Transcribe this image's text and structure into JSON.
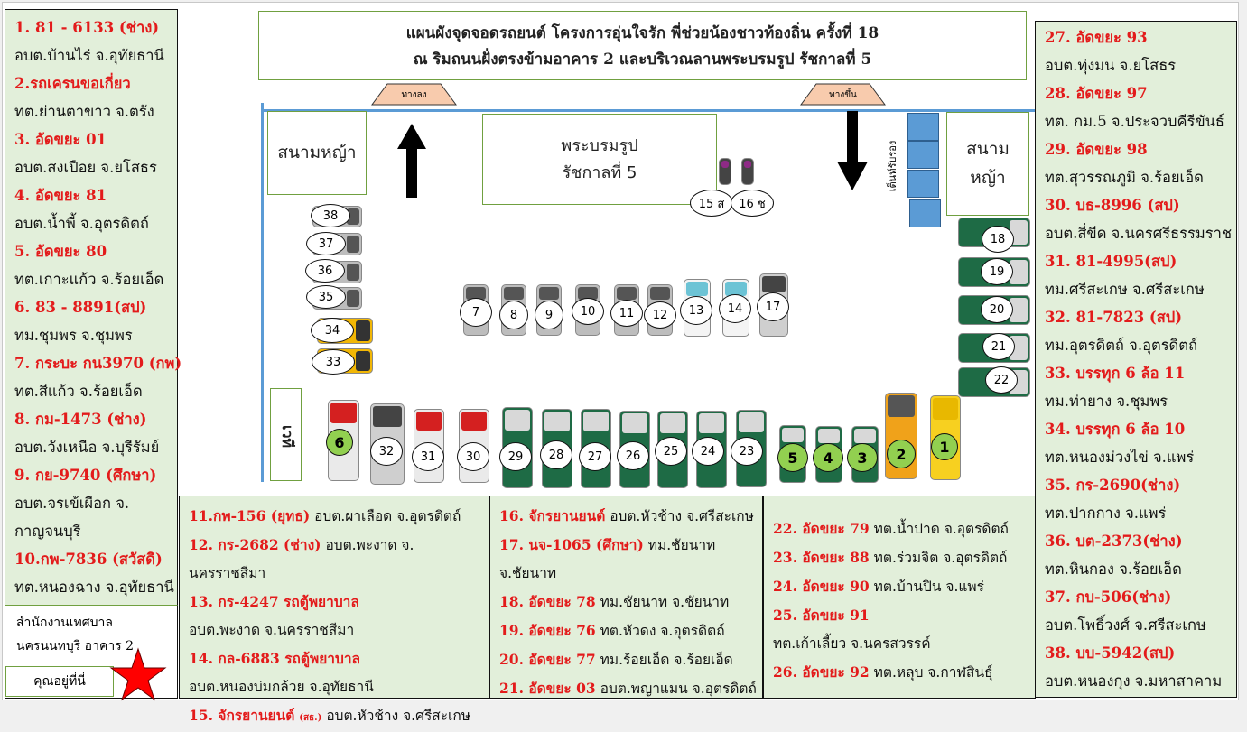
{
  "title": {
    "line1": "แผนผังจุดจอดรถยนต์ โครงการอุ่นใจรัก พี่ช่วยน้องชาวท้องถิ่น ครั้งที่ 18",
    "line2": "ณ ริมถนนฝั่งตรงข้ามอาคาร 2 และบริเวณลานพระบรมรูป รัชกาลที่ 5"
  },
  "map": {
    "ramp_down": "ทางลง",
    "ramp_up": "ทางขึ้น",
    "lawn_left": "สนามหญ้า",
    "lawn_right_1": "สนาม",
    "lawn_right_2": "หญ้า",
    "statue_1": "พระบรมรูป",
    "statue_2": "รัชกาลที่ 5",
    "tent": "เต็นท์รับรอง",
    "stage": "เวที"
  },
  "you_are_here": {
    "building_1": "สำนักงานเทศบาล",
    "building_2": "นครนนทบุรี อาคาร 2",
    "label": "คุณอยู่ที่นี่"
  },
  "colors": {
    "label_red": "#e31b1b",
    "panel_bg": "#e2efda",
    "highlight_green": "#92d050",
    "tent_blue": "#5b9bd5"
  },
  "left_panel": [
    {
      "label": "1. 81 - 6133 (ช่าง)",
      "org": "อบต.บ้านไร่ จ.อุทัยธานี"
    },
    {
      "label": "2.รถเครนขอเกี่ยว",
      "org": "ทต.ย่านตาขาว จ.ตรัง"
    },
    {
      "label": "3. อัดขยะ 01",
      "org": "อบต.สงเปือย  จ.ยโสธร"
    },
    {
      "label": "4. อัดขยะ 81",
      "org": "อบต.น้ำพี้ จ.อุตรดิตถ์"
    },
    {
      "label": "5. อัดขยะ 80",
      "org": "ทต.เกาะแก้ว จ.ร้อยเอ็ด"
    },
    {
      "label": "6. 83 - 8891(สป)",
      "org": "ทม.ชุมพร จ.ชุมพร"
    },
    {
      "label": "7. กระบะ กน3970 (กพ)",
      "org": "ทต.สีแก้ว  จ.ร้อยเอ็ด"
    },
    {
      "label": "8. กม-1473 (ช่าง)",
      "org": "อบต.วังเหนือ จ.บุรีรัมย์",
      "inline": true
    },
    {
      "label": "9. กย-9740 (ศึกษา)",
      "org": "อบต.จรเข้เผือก จ. กาญจนบุรี"
    },
    {
      "label": "10.กพ-7836 (สวัสดิ)",
      "org": "ทต.หนองฉาง จ.อุทัยธานี"
    }
  ],
  "bottom_panel_1": [
    {
      "label": "11.กพ-156 (ยุทธ)",
      "org": "อบต.ผาเลือด จ.อุตรดิตถ์",
      "inline": true
    },
    {
      "label": "12. กร-2682 (ช่าง)",
      "org": "อบต.พะงาด จ. นครราชสีมา",
      "inline": true
    },
    {
      "label": "13. กร-4247 รถตู้พยาบาล",
      "org": "อบต.พะงาด จ.นครราชสีมา"
    },
    {
      "label": "14. กล-6883 รถตู้พยาบาล",
      "org": "อบต.หนองบ่มกล้วย จ.อุทัยธานี"
    },
    {
      "label": "15. จักรยานยนต์",
      "tag": "(สธ.)",
      "org": "อบต.หัวช้าง จ.ศรีสะเกษ",
      "inline": true
    }
  ],
  "bottom_panel_2": [
    {
      "label": "16. จักรยานยนต์",
      "org": "อบต.หัวช้าง จ.ศรีสะเกษ",
      "inline": true
    },
    {
      "label": "17. นจ-1065 (ศึกษา)",
      "org": "ทม.ชัยนาท จ.ชัยนาท",
      "inline": true
    },
    {
      "label": "18. อัดขยะ 78",
      "org": "ทม.ชัยนาท จ.ชัยนาท",
      "inline": true
    },
    {
      "label": "19. อัดขยะ 76",
      "org": "ทต.หัวดง  จ.อุตรดิตถ์",
      "inline": true
    },
    {
      "label": "20. อัดขยะ 77",
      "org": "ทม.ร้อยเอ็ด จ.ร้อยเอ็ด",
      "inline": true
    },
    {
      "label": "21. อัดขยะ 03",
      "org": "อบต.พญาแมน จ.อุตรดิตถ์",
      "inline": true
    }
  ],
  "bottom_panel_3": [
    {
      "label": "22. อัดขยะ 79",
      "org": "ทต.น้ำปาด จ.อุตรดิตถ์",
      "inline": true
    },
    {
      "label": "23. อัดขยะ 88",
      "org": "ทต.ร่วมจิต จ.อุตรดิตถ์",
      "inline": true
    },
    {
      "label": "24. อัดขยะ 90",
      "org": "ทต.บ้านปิน จ.แพร่",
      "inline": true
    },
    {
      "label": "25. อัดขยะ 91",
      "org": "ทต.เก้าเลี้ยว จ.นครสวรรค์"
    },
    {
      "label": "26. อัดขยะ 92",
      "org": "ทต.หลุบ จ.กาฬสินธุ์",
      "inline": true
    }
  ],
  "right_panel": [
    {
      "label": "27. อัดขยะ 93",
      "org": "อบต.ทุ่งมน จ.ยโสธร"
    },
    {
      "label": "28. อัดขยะ 97",
      "org": "ทต. กม.5 จ.ประจวบคีรีขันธ์"
    },
    {
      "label": "29. อัดขยะ 98",
      "org": "ทต.สุวรรณภูมิ จ.ร้อยเอ็ด"
    },
    {
      "label": "30. บธ-8996 (สป)",
      "org": "อบต.สี่ขีด จ.นครศรีธรรมราช"
    },
    {
      "label": "31. 81-4995(สป)",
      "org": "ทม.ศรีสะเกษ จ.ศรีสะเกษ"
    },
    {
      "label": "32. 81-7823 (สป)",
      "org": "ทม.อุตรดิตถ์ จ.อุตรดิตถ์"
    },
    {
      "label": "33. บรรทุก 6 ล้อ 11",
      "org": "ทม.ท่ายาง จ.ชุมพร"
    },
    {
      "label": "34. บรรทุก 6 ล้อ 10",
      "org": "ทต.หนองม่วงไข่ จ.แพร่"
    },
    {
      "label": "35. กร-2690(ช่าง)",
      "org": "ทต.ปากกาง จ.แพร่"
    },
    {
      "label": "36. บต-2373(ช่าง)",
      "org": "ทต.หินกอง จ.ร้อยเอ็ด"
    },
    {
      "label": "37. กบ-506(ช่าง)",
      "org": "อบต.โพธิ์วงศ์ จ.ศรีสะเกษ"
    },
    {
      "label": "38. บบ-5942(สป)",
      "org": "อบต.หนองกุง จ.มหาสาคาม"
    }
  ],
  "vehicles": [
    {
      "label": "38",
      "kind": "pickup"
    },
    {
      "label": "37",
      "kind": "pickup"
    },
    {
      "label": "36",
      "kind": "pickup"
    },
    {
      "label": "35",
      "kind": "pickup"
    },
    {
      "label": "34",
      "kind": "six-wheel-truck"
    },
    {
      "label": "33",
      "kind": "six-wheel-truck"
    },
    {
      "label": "7",
      "kind": "pickup"
    },
    {
      "label": "8",
      "kind": "pickup"
    },
    {
      "label": "9",
      "kind": "pickup"
    },
    {
      "label": "10",
      "kind": "pickup"
    },
    {
      "label": "11",
      "kind": "pickup"
    },
    {
      "label": "12",
      "kind": "pickup"
    },
    {
      "label": "13",
      "kind": "ambulance-van"
    },
    {
      "label": "14",
      "kind": "ambulance-van"
    },
    {
      "label": "17",
      "kind": "van"
    },
    {
      "label": "15 ส",
      "kind": "motorcycle"
    },
    {
      "label": "16 ช",
      "kind": "motorcycle"
    },
    {
      "label": "18",
      "kind": "garbage-truck"
    },
    {
      "label": "19",
      "kind": "garbage-truck"
    },
    {
      "label": "20",
      "kind": "garbage-truck"
    },
    {
      "label": "21",
      "kind": "garbage-truck"
    },
    {
      "label": "22",
      "kind": "garbage-truck"
    },
    {
      "label": "6",
      "kind": "fire-truck",
      "highlight": true
    },
    {
      "label": "32",
      "kind": "van"
    },
    {
      "label": "31",
      "kind": "fire-truck"
    },
    {
      "label": "30",
      "kind": "fire-truck"
    },
    {
      "label": "29",
      "kind": "garbage-truck"
    },
    {
      "label": "28",
      "kind": "garbage-truck"
    },
    {
      "label": "27",
      "kind": "garbage-truck"
    },
    {
      "label": "26",
      "kind": "garbage-truck"
    },
    {
      "label": "25",
      "kind": "garbage-truck"
    },
    {
      "label": "24",
      "kind": "garbage-truck"
    },
    {
      "label": "23",
      "kind": "garbage-truck"
    },
    {
      "label": "5",
      "kind": "garbage-truck",
      "highlight": true
    },
    {
      "label": "4",
      "kind": "garbage-truck",
      "highlight": true
    },
    {
      "label": "3",
      "kind": "garbage-truck",
      "highlight": true
    },
    {
      "label": "2",
      "kind": "crane-truck",
      "highlight": true
    },
    {
      "label": "1",
      "kind": "truck",
      "highlight": true
    }
  ]
}
